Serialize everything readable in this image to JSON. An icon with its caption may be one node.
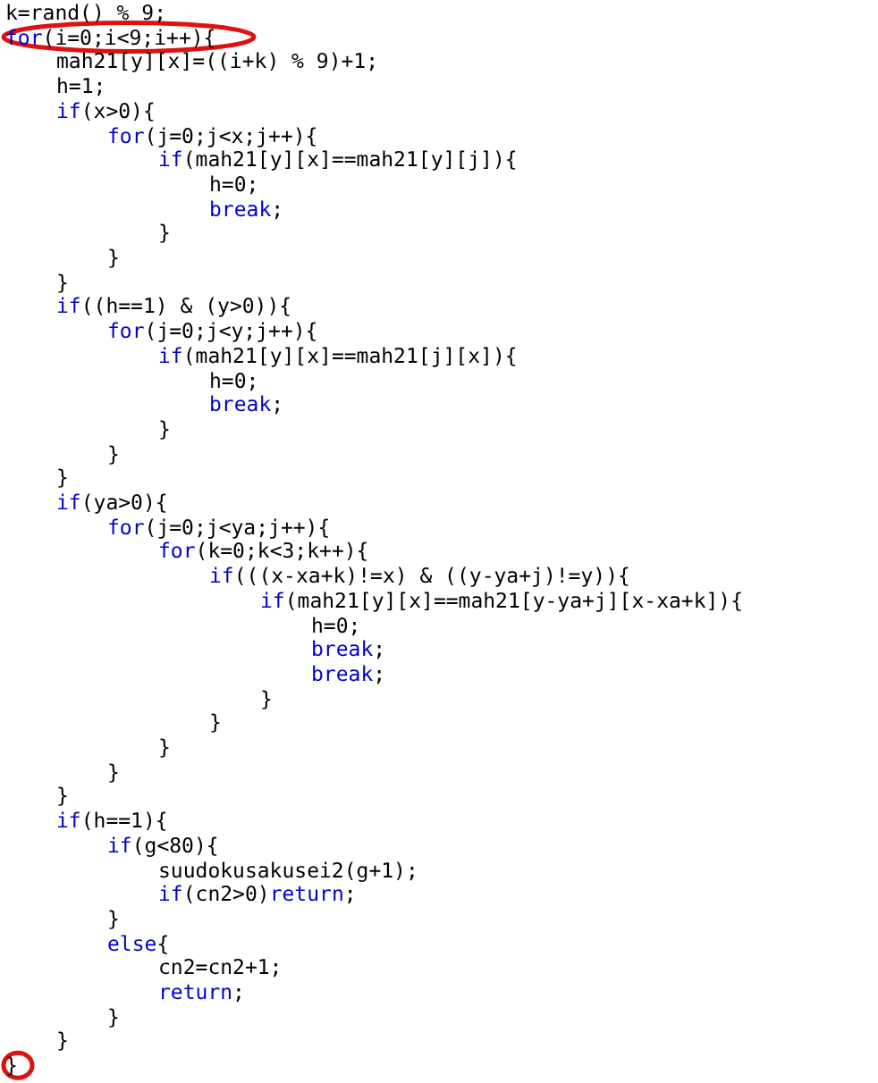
{
  "diagram": {
    "labels": [
      "k=rand() % 9;",
      "*for*(i=0;i<9;i++){",
      "mah21[y][x]=((i+k) % 9)+1;",
      "h=1;",
      "*if*(x>0){",
      "*for*(j=0;j<x;j++){",
      "*if*(mah21[y][x]==mah21[y][j]){",
      "h=0;",
      "*break*;",
      "}",
      "}",
      "}",
      "*if*((h==1) & (y>0)){",
      "*for*(j=0;j<y;j++){",
      "*if*(mah21[y][x]==mah21[j][x]){",
      "h=0;",
      "*break*;",
      "}",
      "}",
      "}",
      "*if*(ya>0){",
      "*for*(j=0;j<ya;j++){",
      "*for*(k=0;k<3;k++){",
      "*if*(((x-xa+k)!=x) & ((y-ya+j)!=y)){",
      "*if*(mah21[y][x]==mah21[y-ya+j][x-xa+k]){",
      "h=0;",
      "*break*;",
      "*break*;",
      "}",
      "}",
      "}",
      "}",
      "}",
      "*if*(h==1){",
      "*if*(g<80){",
      "suudokusakusei2(g+1);",
      "*if*(cn2>0)*return*;",
      "}",
      "*else*{",
      "cn2=cn2+1;",
      "*return*;",
      "}",
      "}",
      "}"
    ]
  }
}
